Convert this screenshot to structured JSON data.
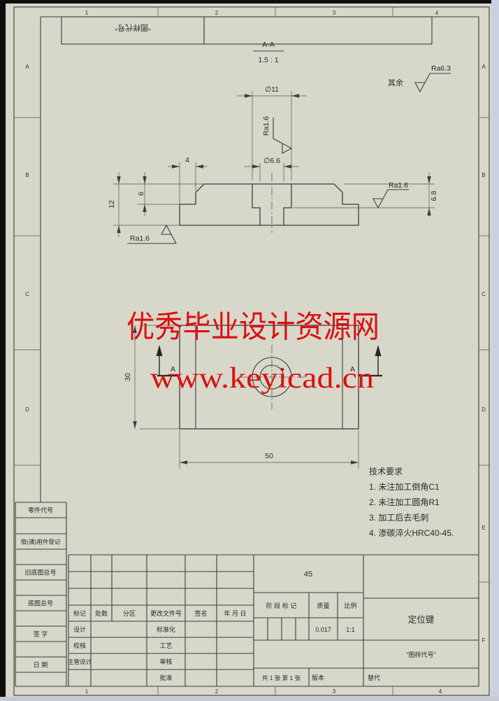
{
  "colors": {
    "paper": "#d7d7ca",
    "line": "#3d3d3d",
    "watermark_red": "#dc1010",
    "outside_dark": "#0e0e10",
    "window_strip": "#ccd1e1"
  },
  "border": {
    "top_zones": [
      "1",
      "2",
      "3",
      "4"
    ],
    "bottom_zones": [
      "1",
      "2",
      "3",
      "4"
    ],
    "left_zones": [
      "A",
      "B",
      "C",
      "D"
    ],
    "right_zones": [
      "A",
      "B",
      "C",
      "D",
      "E",
      "F"
    ]
  },
  "corner": {
    "mirrored_code": "“图样代号”"
  },
  "view": {
    "section_title": "A-A",
    "section_scale": "1.5 : 1",
    "cut_label": "A"
  },
  "surface": {
    "default_prefix": "其余",
    "default_value": "Ra6.3",
    "finish": "Ra1.6"
  },
  "dims": {
    "bore_dia": "∅11",
    "hole_dia": "∅6.6",
    "step": "4",
    "boss_h": "6",
    "height": "12",
    "bore_depth": "6.8",
    "width": "30",
    "length": "50"
  },
  "watermark": {
    "line1": "优秀毕业设计资源网",
    "line2": "www.keyicad.cn"
  },
  "tech": {
    "title": "技术要求",
    "items": [
      "1. 未注加工倒角C1",
      "2. 未注加工圆角R1",
      "3. 加工后去毛刺",
      "4. 渗碳淬火HRC40-45."
    ]
  },
  "margin_labels": [
    "零件代号",
    "借(通)用件登记",
    "旧底图总号",
    "底图总号",
    "签 字",
    "日 期"
  ],
  "tb": {
    "change_cols": [
      "标记",
      "处数",
      "分区",
      "更改文件号",
      "签名",
      "年 月 日"
    ],
    "sign_rows": [
      {
        "l": "设计",
        "r": "标准化"
      },
      {
        "l": "校核",
        "r": "工艺"
      },
      {
        "l": "主管设计",
        "r": "审核"
      },
      {
        "l": "",
        "r": "批准"
      }
    ],
    "material": "45",
    "stage_label": "阶 段 标 记",
    "mass_label": "质量",
    "scale_label": "比例",
    "mass": "0.017",
    "scale": "1:1",
    "part_name": "定位键",
    "drawing_code": "“图样代号”",
    "sheets": "共 1 张 第 1 张",
    "version": "版本",
    "replace": "替代"
  }
}
